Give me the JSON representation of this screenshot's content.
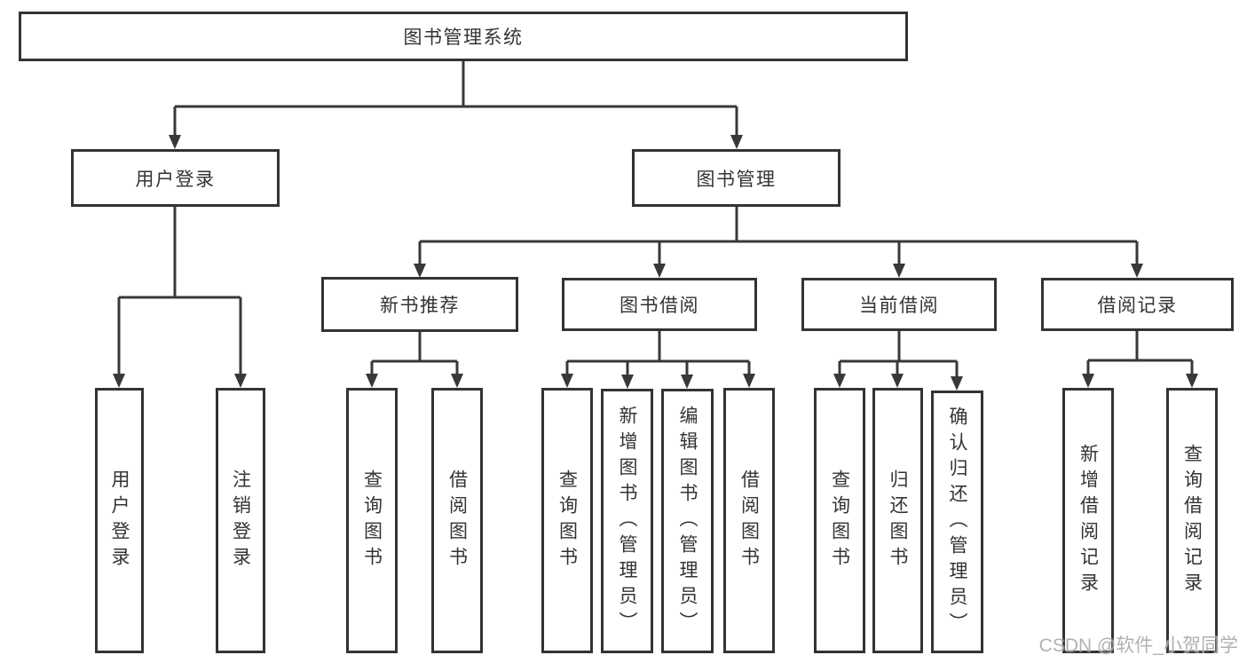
{
  "colors": {
    "line": "#383838",
    "box_border": "#333333",
    "text": "#333333",
    "watermark": "#a9a9a9"
  },
  "tree": {
    "root": {
      "label": "图书管理系统",
      "children": [
        {
          "label": "用户登录",
          "children": [
            {
              "label": "用户登录"
            },
            {
              "label": "注销登录"
            }
          ]
        },
        {
          "label": "图书管理",
          "children": [
            {
              "label": "新书推荐",
              "children": [
                {
                  "label": "查询图书"
                },
                {
                  "label": "借阅图书"
                }
              ]
            },
            {
              "label": "图书借阅",
              "children": [
                {
                  "label": "查询图书"
                },
                {
                  "label": "新增图书（管理员）"
                },
                {
                  "label": "编辑图书（管理员）"
                },
                {
                  "label": "借阅图书"
                }
              ]
            },
            {
              "label": "当前借阅",
              "children": [
                {
                  "label": "查询图书"
                },
                {
                  "label": "归还图书"
                },
                {
                  "label": "确认归还（管理员）"
                }
              ]
            },
            {
              "label": "借阅记录",
              "children": [
                {
                  "label": "新增借阅记录"
                },
                {
                  "label": "查询借阅记录"
                }
              ]
            }
          ]
        }
      ]
    }
  },
  "watermark": "CSDN @软件_小贺同学"
}
